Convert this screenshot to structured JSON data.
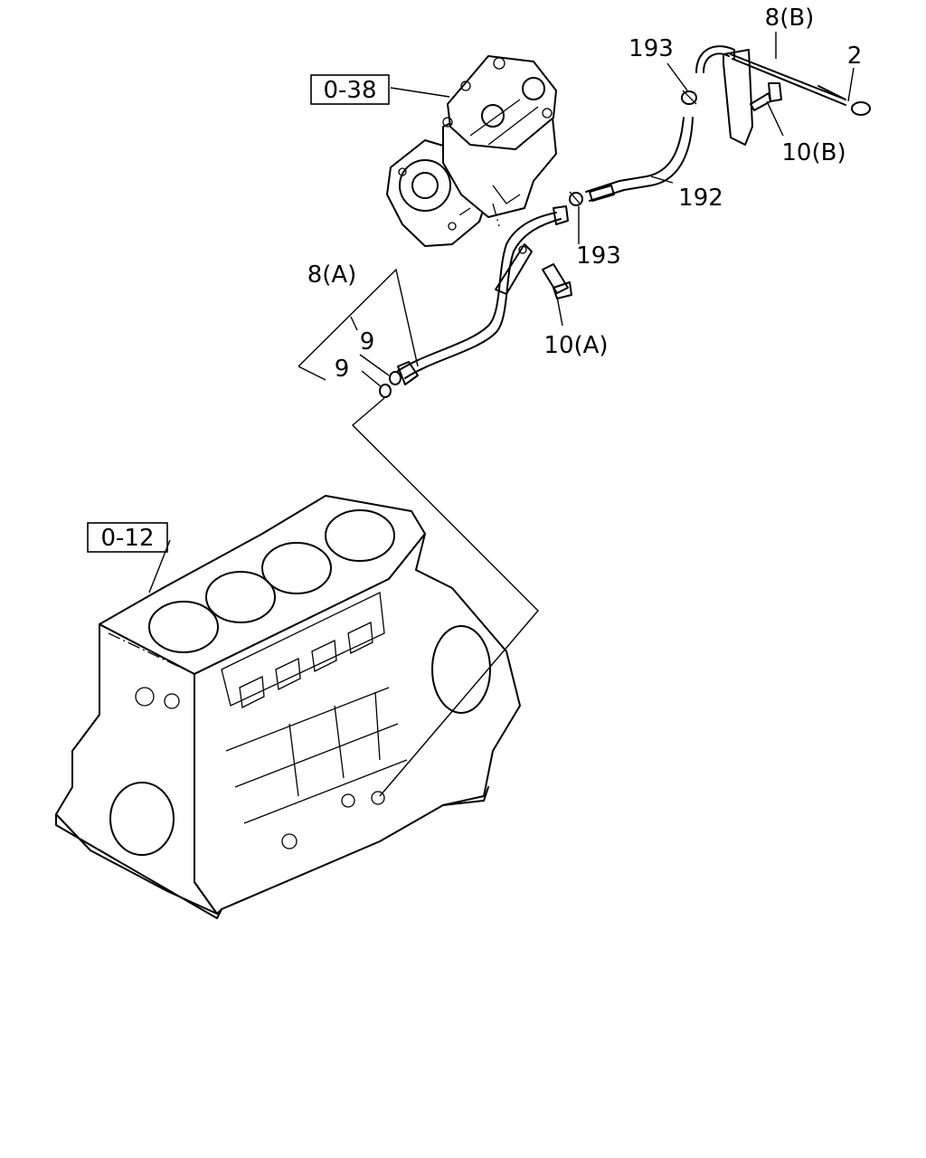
{
  "labels": {
    "ref_compressor": "0-38",
    "ref_block": "0-12",
    "bracket_b": "8(B)",
    "bracket_a": "8(A)",
    "bolt_b": "10(B)",
    "bolt_a": "10(A)",
    "dipstick": "2",
    "clip_upper": "193",
    "clip_lower": "193",
    "hose": "192",
    "oring_1": "9",
    "oring_2": "9"
  }
}
